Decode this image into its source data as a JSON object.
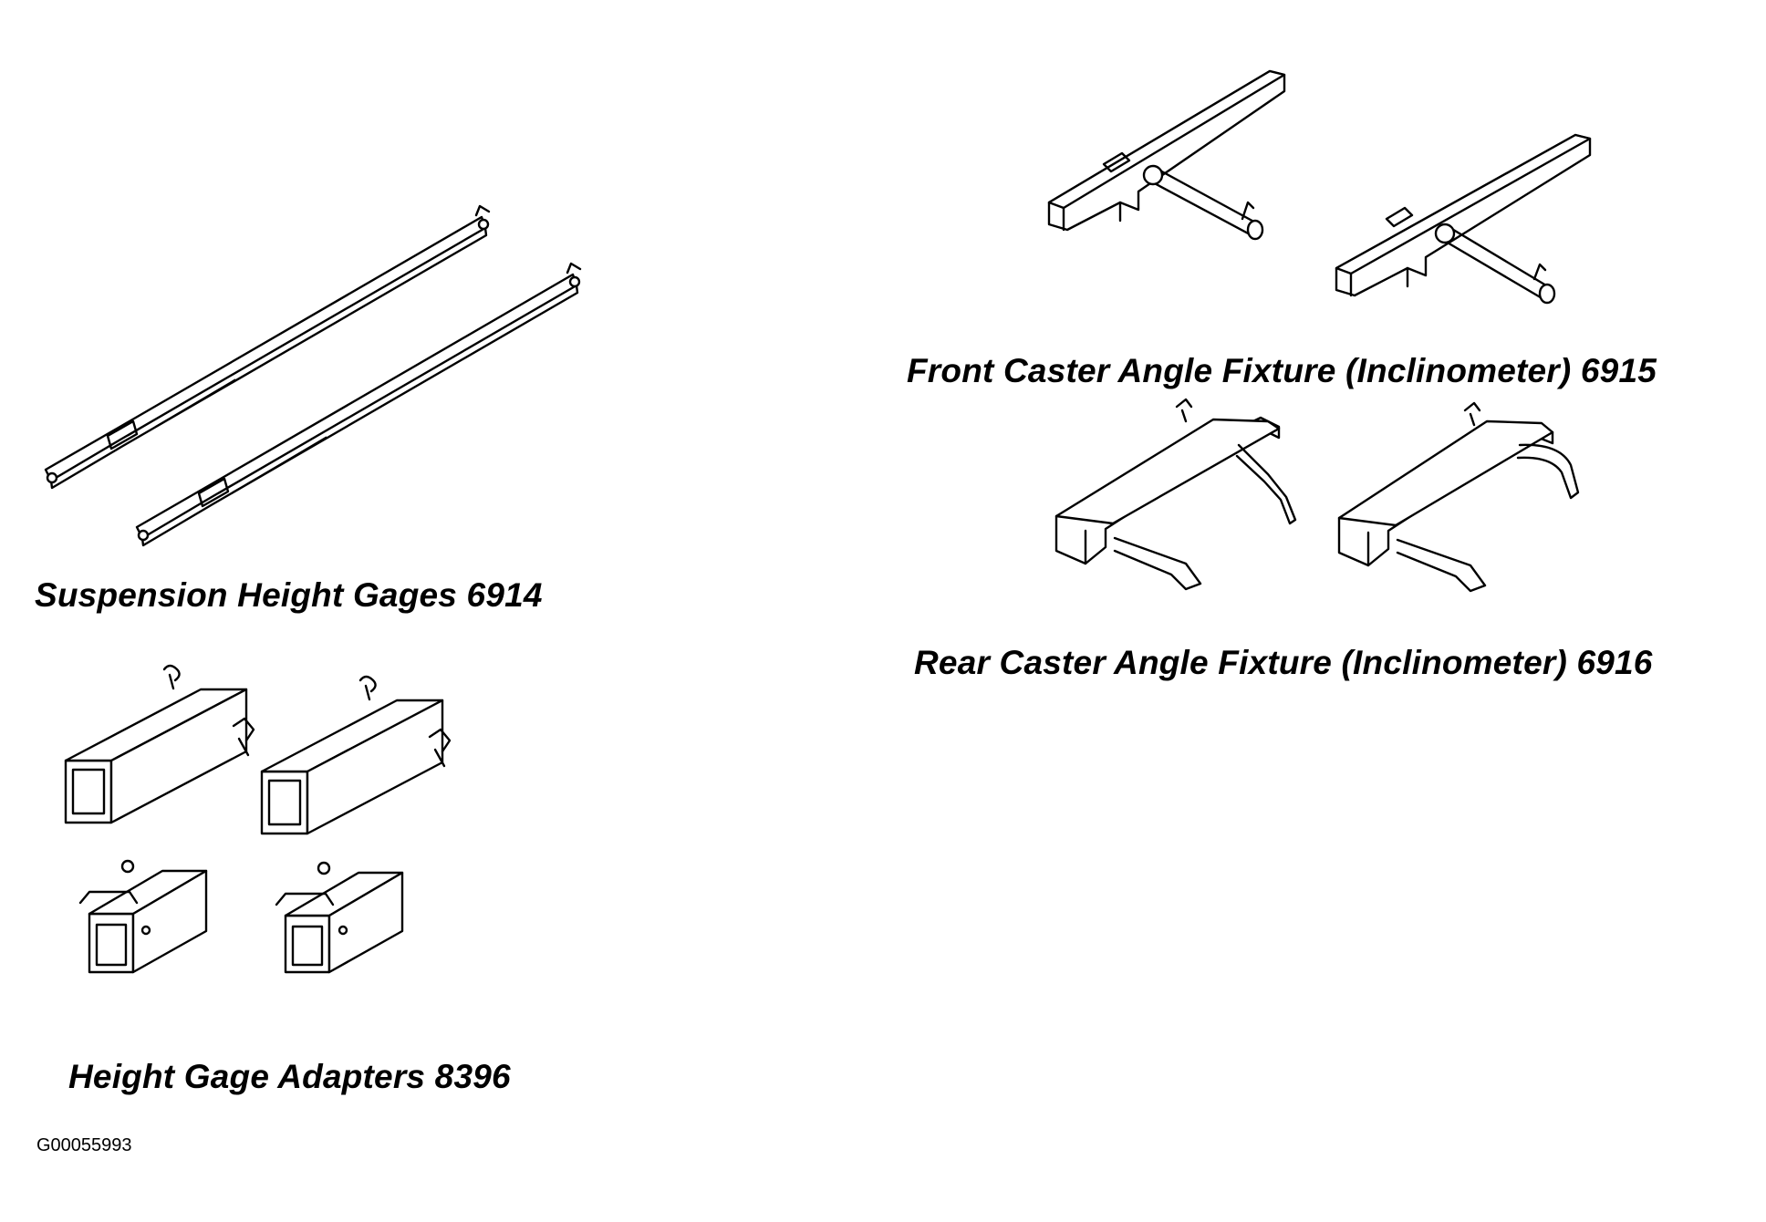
{
  "labels": {
    "suspension_height_gages": "Suspension Height Gages 6914",
    "height_gage_adapters": "Height Gage Adapters 8396",
    "front_caster_fixture": "Front Caster Angle Fixture (Inclinometer) 6915",
    "rear_caster_fixture": "Rear Caster Angle Fixture (Inclinometer) 6916"
  },
  "figure_id": "G00055993"
}
